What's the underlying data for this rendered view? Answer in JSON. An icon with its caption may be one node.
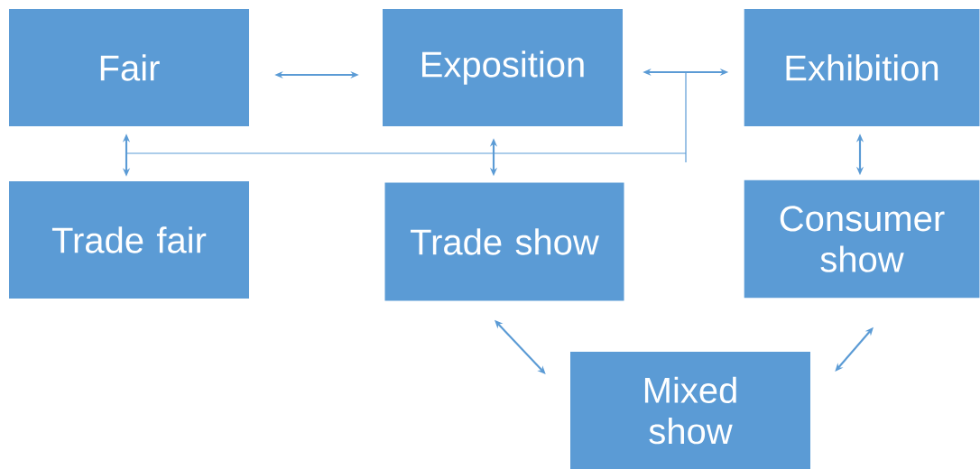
{
  "diagram": {
    "nodes": [
      {
        "text": [
          "Fair"
        ]
      },
      {
        "text": [
          "Exposition"
        ]
      },
      {
        "text": [
          "Exhibition"
        ]
      },
      {
        "text": [
          "Trade fair"
        ]
      },
      {
        "text": [
          "Trade show"
        ]
      },
      {
        "text": [
          "Consumer show"
        ]
      },
      {
        "text": [
          "Mixed show"
        ]
      }
    ],
    "edges": [
      {
        "from": 0,
        "to": 1,
        "arrow": "both"
      },
      {
        "from": 1,
        "to": 2,
        "arrow": "both"
      },
      {
        "from": 0,
        "to": 3,
        "arrow": "both"
      },
      {
        "from": 1,
        "to": 4,
        "arrow": "both"
      },
      {
        "from": 2,
        "to": 5,
        "arrow": "both"
      },
      {
        "from": 4,
        "to": 6,
        "arrow": "both"
      },
      {
        "from": 6,
        "to": 5,
        "arrow": "both"
      }
    ]
  }
}
